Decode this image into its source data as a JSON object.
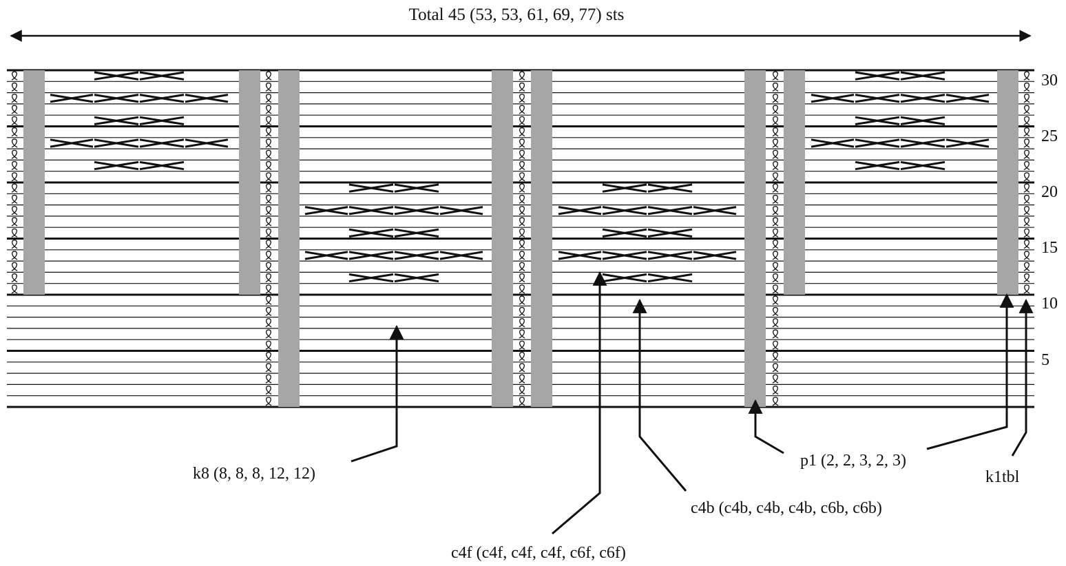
{
  "header": {
    "total_label": "Total 45 (53, 53, 61, 69, 77) sts"
  },
  "row_numbers": [
    "5",
    "10",
    "15",
    "20",
    "25",
    "30"
  ],
  "callouts": {
    "k8": "k8 (8, 8, 8, 12, 12)",
    "c4f": "c4f (c4f, c4f, c4f, c6f, c6f)",
    "c4b": "c4b (c4b, c4b, c4b, c6b, c6b)",
    "p1": "p1 (2, 2, 3, 2, 3)",
    "k1tbl": "k1tbl"
  },
  "chart_data": {
    "type": "knitting-chart",
    "rows": 30,
    "row_number_labels": [
      5,
      10,
      15,
      20,
      25,
      30
    ],
    "panels": [
      {
        "name": "panel-1",
        "first_row": 11,
        "last_row": 30
      },
      {
        "name": "panel-2",
        "first_row": 1,
        "last_row": 30
      },
      {
        "name": "panel-3",
        "first_row": 1,
        "last_row": 30
      },
      {
        "name": "panel-4",
        "first_row": 11,
        "last_row": 30
      }
    ],
    "cable_rows": {
      "panel-1": [
        22,
        24,
        26,
        28,
        30
      ],
      "panel-2": [
        12,
        14,
        16,
        18,
        20
      ],
      "panel-3": [
        12,
        14,
        16,
        18,
        20
      ],
      "panel-4": [
        22,
        24,
        26,
        28,
        30
      ]
    },
    "colors": {
      "purl_column": "#a6a6a6",
      "line": "#111111"
    }
  }
}
